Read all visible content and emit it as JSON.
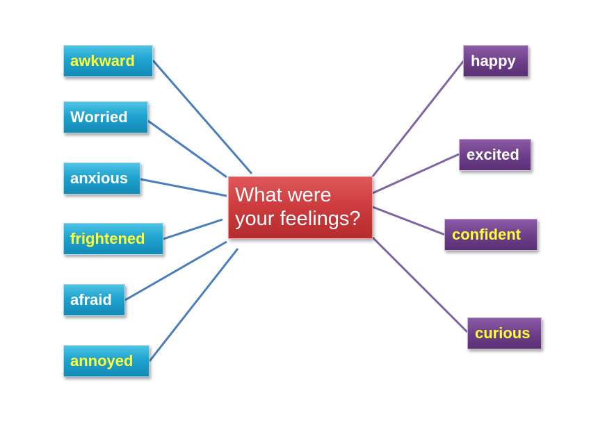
{
  "center": {
    "line1": "What were",
    "line2": "your feelings?"
  },
  "left_nodes": [
    {
      "label": "awkward",
      "color": "#ffff33"
    },
    {
      "label": "Worried",
      "color": "#ffffff"
    },
    {
      "label": "anxious",
      "color": "#ffffff"
    },
    {
      "label": "frightened",
      "color": "#ffff33"
    },
    {
      "label": "afraid",
      "color": "#ffffff"
    },
    {
      "label": "annoyed",
      "color": "#ffff33"
    }
  ],
  "right_nodes": [
    {
      "label": "happy",
      "color": "#ffffff"
    },
    {
      "label": "excited",
      "color": "#ffffff"
    },
    {
      "label": "confident",
      "color": "#ffff33"
    },
    {
      "label": "curious",
      "color": "#ffff33"
    }
  ],
  "colors": {
    "left_box": "#1ea3d0",
    "right_box": "#6c3e88",
    "center_box": "#cc3a3c",
    "left_connector": "#4a7ebb",
    "right_connector": "#8064a2"
  }
}
